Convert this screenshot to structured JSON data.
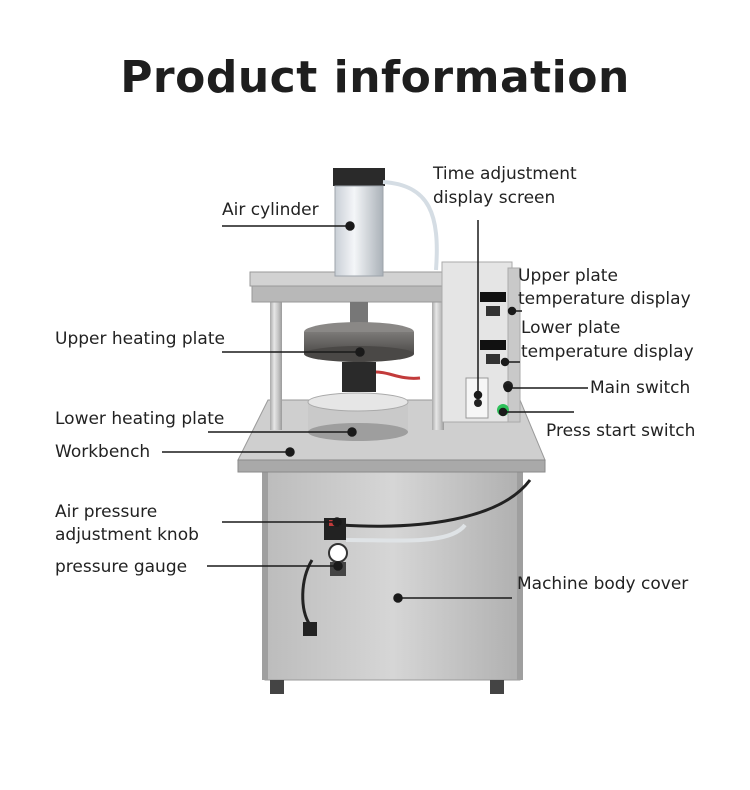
{
  "title": "Product information",
  "labels": {
    "air_cylinder": "Air cylinder",
    "time_adjustment": [
      "Time adjustment",
      "display screen"
    ],
    "upper_plate_temp": [
      "Upper plate",
      "temperature display"
    ],
    "lower_plate_temp": [
      "Lower plate",
      "temperature display"
    ],
    "upper_heating_plate": "Upper heating plate",
    "main_switch": "Main switch",
    "lower_heating_plate": "Lower heating plate",
    "press_start_switch": "Press start switch",
    "workbench": "Workbench",
    "air_pressure_knob": [
      "Air pressure",
      "adjustment knob"
    ],
    "pressure_gauge": "pressure gauge",
    "machine_body_cover": "Machine body cover"
  },
  "colors": {
    "steel_light": "#d9d9d9",
    "steel_mid": "#b5b5b5",
    "steel_dark": "#8a8a8a",
    "leader_line": "#1a1a1a",
    "start_button": "#2ec15a"
  }
}
